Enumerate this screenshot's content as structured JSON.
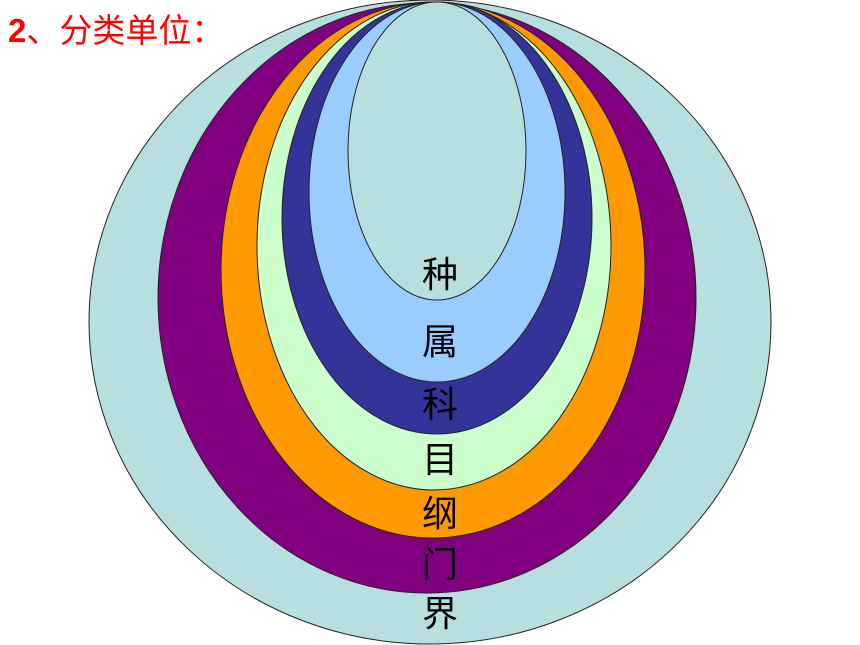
{
  "heading": {
    "number": "2",
    "text": "、分类单位："
  },
  "ranks": [
    {
      "label": "种",
      "fill": "#b8dfe0"
    },
    {
      "label": "属",
      "fill": "#99ccff"
    },
    {
      "label": "科",
      "fill": "#333399"
    },
    {
      "label": "目",
      "fill": "#ccffcc"
    },
    {
      "label": "纲",
      "fill": "#ff9900"
    },
    {
      "label": "门",
      "fill": "#800080"
    },
    {
      "label": "界",
      "fill": "#b8dfe0"
    }
  ]
}
